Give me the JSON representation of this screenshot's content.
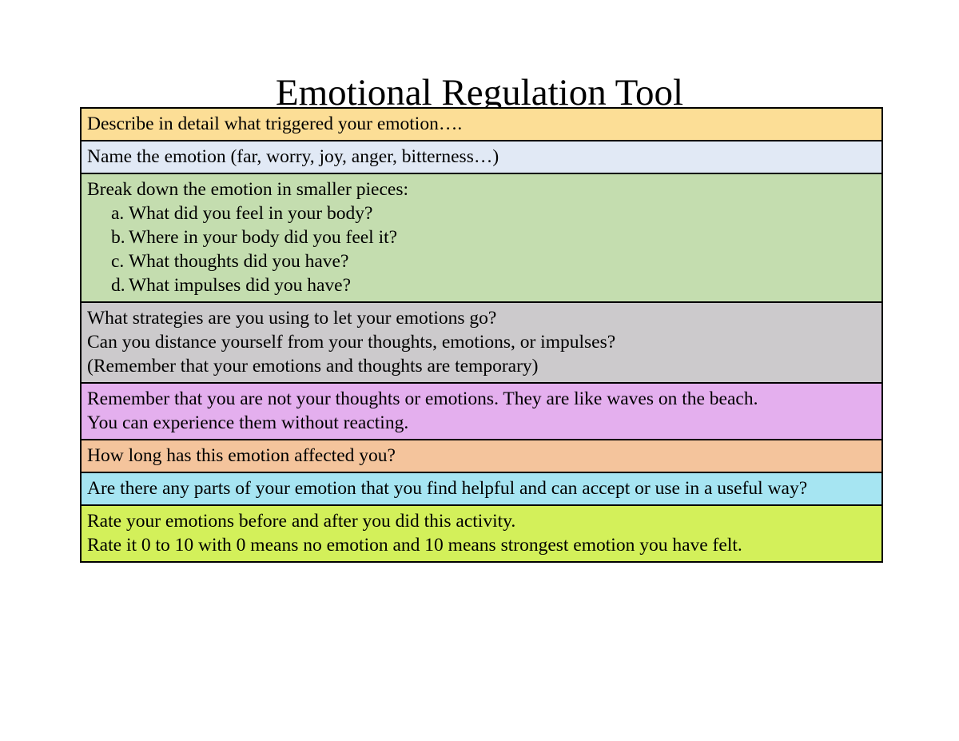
{
  "title": "Emotional Regulation Tool",
  "table": {
    "rows": [
      {
        "name": "row-describe-trigger",
        "color": "#FCDE96",
        "lines": [
          "Describe in detail what triggered your emotion…."
        ]
      },
      {
        "name": "row-name-emotion",
        "color": "#E1E9F5",
        "lines": [
          "Name the emotion (far, worry, joy, anger, bitterness…)"
        ]
      },
      {
        "name": "row-break-down-emotion",
        "color": "#C4DDAF",
        "lines": [
          "Break down the emotion in smaller pieces:"
        ],
        "sub_items": [
          {
            "marker": "a.",
            "text": "What did you feel in your body?"
          },
          {
            "marker": "b.",
            "text": "Where in your body did you feel it?"
          },
          {
            "marker": "c.",
            "text": "What thoughts did you have?"
          },
          {
            "marker": "d.",
            "text": "What impulses did you have?"
          }
        ]
      },
      {
        "name": "row-strategies",
        "color": "#CCCACC",
        "lines": [
          "What strategies are you using to let your emotions go?",
          "Can you distance yourself from your thoughts, emotions, or impulses?",
          "(Remember that your emotions and thoughts are temporary)"
        ]
      },
      {
        "name": "row-not-your-thoughts",
        "color": "#E4AFEE",
        "lines": [
          "Remember that you are not your thoughts or emotions. They are like waves on the beach.",
          "You can experience them without reacting."
        ]
      },
      {
        "name": "row-how-long",
        "color": "#F4C49C",
        "lines": [
          "How long has this emotion affected you?"
        ]
      },
      {
        "name": "row-helpful-parts",
        "color": "#A6E5F2",
        "lines": [
          "Are there any parts of your emotion that you find helpful and can accept or use in a useful way?"
        ]
      },
      {
        "name": "row-rate-emotions",
        "color": "#D3F05A",
        "lines": [
          "Rate your emotions before and after you did this activity.",
          "Rate it 0 to 10 with 0 means no emotion and 10 means strongest emotion you have felt."
        ]
      }
    ]
  }
}
